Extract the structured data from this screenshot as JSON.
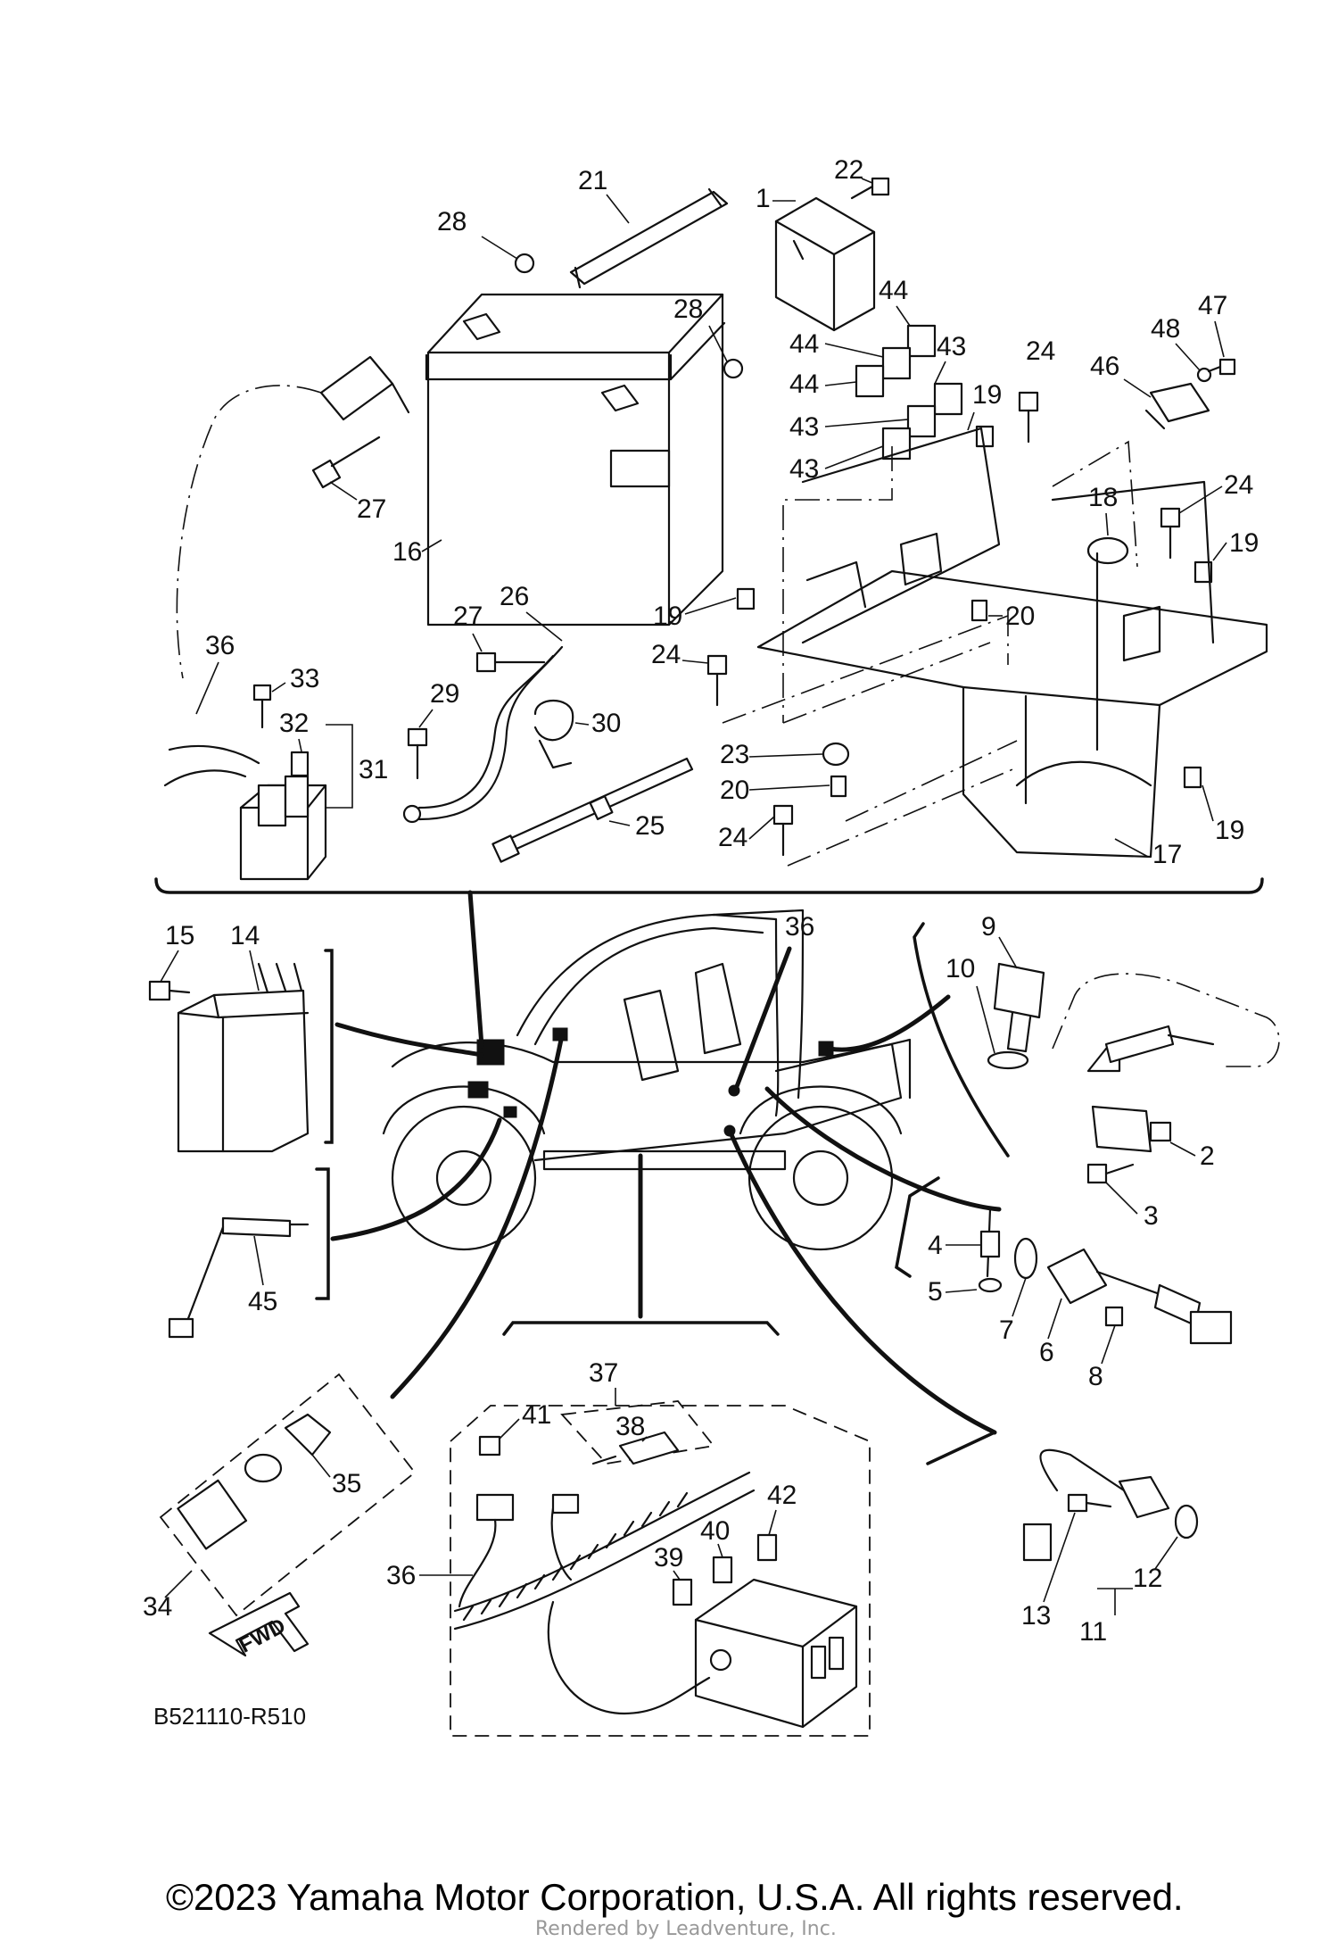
{
  "diagram_code": "B521110-R510",
  "copyright": "©2023 Yamaha Motor Corporation, U.S.A. All rights reserved.",
  "rendered_by": "Rendered by Leadventure, Inc.",
  "fwd_arrow": "FWD",
  "callouts": {
    "c1": "1",
    "c2": "2",
    "c3": "3",
    "c4": "4",
    "c5": "5",
    "c6": "6",
    "c7": "7",
    "c8": "8",
    "c9": "9",
    "c10": "10",
    "c11": "11",
    "c12": "12",
    "c13": "13",
    "c14": "14",
    "c15": "15",
    "c16": "16",
    "c17": "17",
    "c18": "18",
    "c19": "19",
    "c20": "20",
    "c21": "21",
    "c22": "22",
    "c23": "23",
    "c24": "24",
    "c25": "25",
    "c26": "26",
    "c27": "27",
    "c28": "28",
    "c29": "29",
    "c30": "30",
    "c31": "31",
    "c32": "32",
    "c33": "33",
    "c34": "34",
    "c35": "35",
    "c36": "36",
    "c37": "37",
    "c38": "38",
    "c39": "39",
    "c40": "40",
    "c41": "41",
    "c42": "42",
    "c43": "43",
    "c44": "44",
    "c45": "45",
    "c46": "46",
    "c47": "47",
    "c48": "48"
  }
}
